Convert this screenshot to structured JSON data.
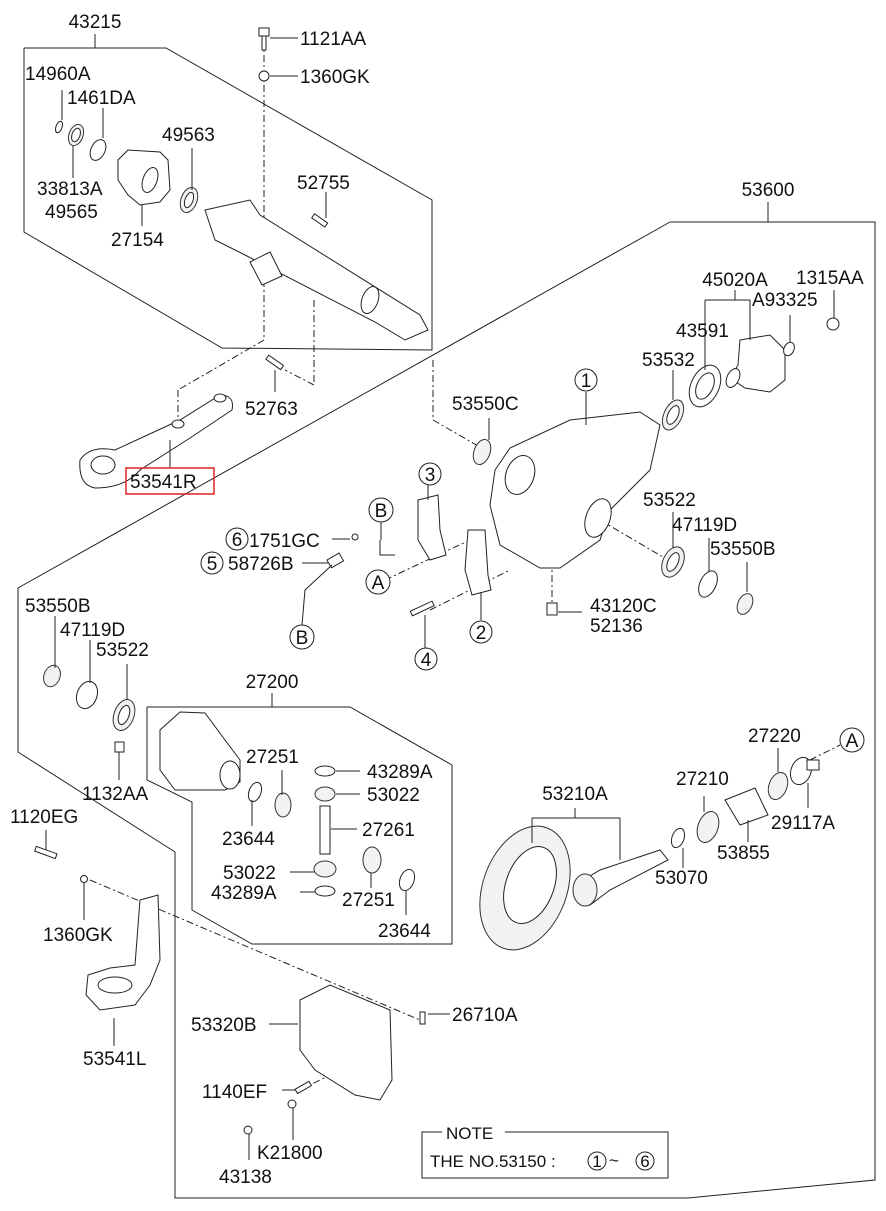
{
  "diagram": {
    "type": "exploded-parts-diagram",
    "subject": "rear differential carrier assembly",
    "highlighted_part": "53541R",
    "highlight_color": "#e0312c",
    "groups": {
      "g43215": "43215",
      "g53600": "53600",
      "g27200": "27200",
      "g53210A": "53210A",
      "g45020A": "45020A"
    },
    "labels": {
      "p1121AA": "1121AA",
      "p1360GK_top": "1360GK",
      "p14960A": "14960A",
      "p1461DA": "1461DA",
      "p49563": "49563",
      "p33813A": "33813A",
      "p49565": "49565",
      "p27154": "27154",
      "p52755": "52755",
      "p52763": "52763",
      "p53541R": "53541R",
      "p1315AA": "1315AA",
      "pA93325": "A93325",
      "p43591": "43591",
      "p53532": "53532",
      "p53550C": "53550C",
      "p53522_r": "53522",
      "p47119D_r": "47119D",
      "p53550B_r": "53550B",
      "p43120C": "43120C",
      "p52136": "52136",
      "p1751GC": "1751GC",
      "p58726B": "58726B",
      "p53550B_l": "53550B",
      "p47119D_l": "47119D",
      "p53522_l": "53522",
      "p1132AA": "1132AA",
      "p27251_a": "27251",
      "p43289A_a": "43289A",
      "p53022_a": "53022",
      "p23644_a": "23644",
      "p27261": "27261",
      "p53022_b": "53022",
      "p43289A_b": "43289A",
      "p27251_b": "27251",
      "p23644_b": "23644",
      "p1120EG": "1120EG",
      "p1360GK_bot": "1360GK",
      "p53541L": "53541L",
      "p27220": "27220",
      "p27210": "27210",
      "p29117A": "29117A",
      "p53070": "53070",
      "p53855": "53855",
      "p53320B": "53320B",
      "p26710A": "26710A",
      "p1140EF": "1140EF",
      "pK21800": "K21800",
      "p43138": "43138"
    },
    "callouts": {
      "c1": "1",
      "c2": "2",
      "c3": "3",
      "c4": "4",
      "c5": "5",
      "c6": "6",
      "refA_1": "A",
      "refA_2": "A",
      "refB_1": "B",
      "refB_2": "B"
    },
    "note": {
      "title": "NOTE",
      "text": "THE NO.53150 :",
      "range_start": "1",
      "range_sep": "~",
      "range_end": "6"
    }
  }
}
